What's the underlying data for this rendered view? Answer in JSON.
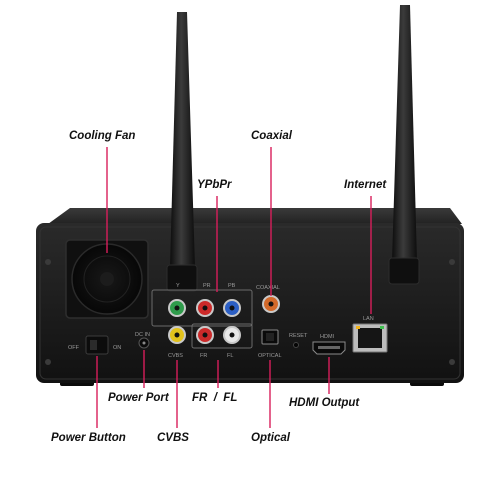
{
  "callouts": {
    "cooling_fan": "Cooling Fan",
    "coaxial": "Coaxial",
    "ypbpr": "YPbPr",
    "internet": "Internet",
    "power_port": "Power Port",
    "fr_fl": "FR  /  FL",
    "hdmi_output": "HDMI Output",
    "power_button": "Power Button",
    "cvbs": "CVBS",
    "optical": "Optical"
  },
  "panel_labels": {
    "off": "OFF",
    "on": "ON",
    "dc_in": "DC IN",
    "y": "Y",
    "pr": "PR",
    "pb": "PB",
    "coaxial": "COAXIAL",
    "cvbs": "CVBS",
    "fr": "FR",
    "fl": "FL",
    "reset": "RESET",
    "optical": "OPTICAL",
    "hdmi": "HDMI",
    "lan": "LAN"
  },
  "colors": {
    "leader_line": "#d81e5b",
    "chassis": "#1b1b1b",
    "antenna": "#151515",
    "jack_green": "#2f9b4b",
    "jack_red": "#cc2a2a",
    "jack_blue": "#2c5fc4",
    "jack_yellow": "#e2c21c",
    "jack_white": "#e8e8e8",
    "jack_orange": "#d2692a"
  }
}
